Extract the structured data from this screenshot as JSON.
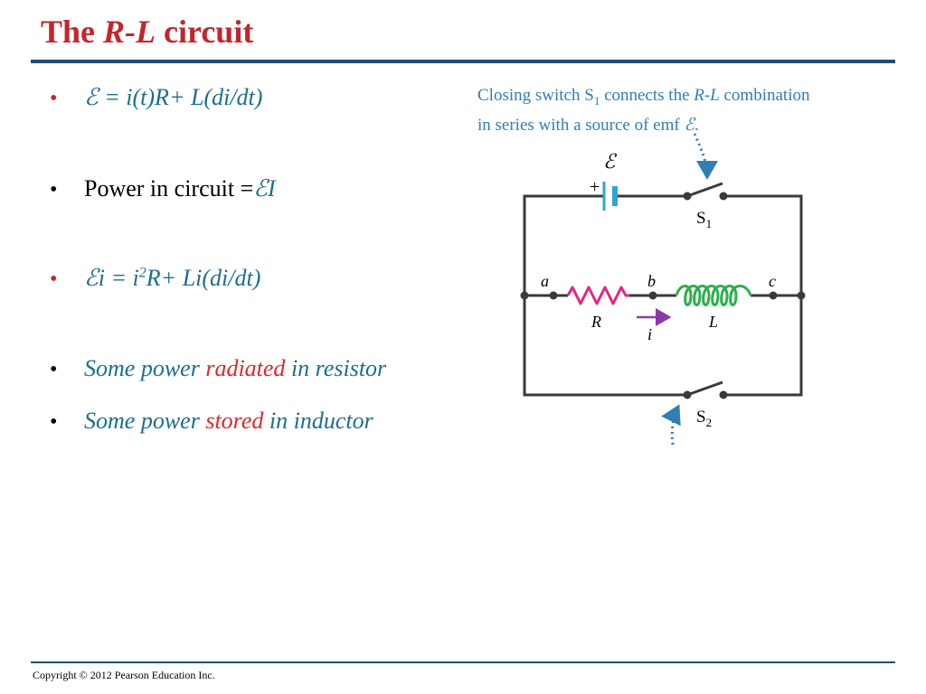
{
  "title": {
    "pre": "The ",
    "rl": "R-L",
    "post": " circuit"
  },
  "bullets": {
    "b1": {
      "emf": "ℰ",
      "eq": " = i(t)R+ L(di/dt)"
    },
    "b2": {
      "text": "Power in circuit = ",
      "emf": "ℰ",
      "I": "I"
    },
    "b3": {
      "emf": "ℰ",
      "i": "i",
      "eq1": " = i",
      "sup": "2",
      "eq2": "R+ Li(di/dt)"
    },
    "b4": {
      "pre": "Some power ",
      "hi": "radiated",
      "post": " in resistor"
    },
    "b5": {
      "pre": "Some power ",
      "hi": "stored",
      "post": " in inductor"
    }
  },
  "caption": {
    "line1_pre": "Closing switch S",
    "line1_sub": "1",
    "line1_mid": " connects the ",
    "line1_rl": "R-L",
    "line1_post": " combination",
    "line2_pre": "in series with a source of emf ",
    "line2_emf": "ℰ",
    "line2_post": "."
  },
  "circuit": {
    "emf": "ℰ",
    "plus": "+",
    "s1": "S",
    "s1_sub": "1",
    "s2": "S",
    "s2_sub": "2",
    "node_a": "a",
    "node_b": "b",
    "node_c": "c",
    "r": "R",
    "l": "L",
    "i": "i",
    "colors": {
      "wire": "#3a3a3a",
      "battery": "#2aa7d6",
      "resistor": "#e0287d",
      "inductor": "#2bb04a",
      "arrow": "#8a3aa8",
      "caption": "#2f7fb5"
    }
  },
  "footer": "Copyright © 2012 Pearson Education Inc."
}
